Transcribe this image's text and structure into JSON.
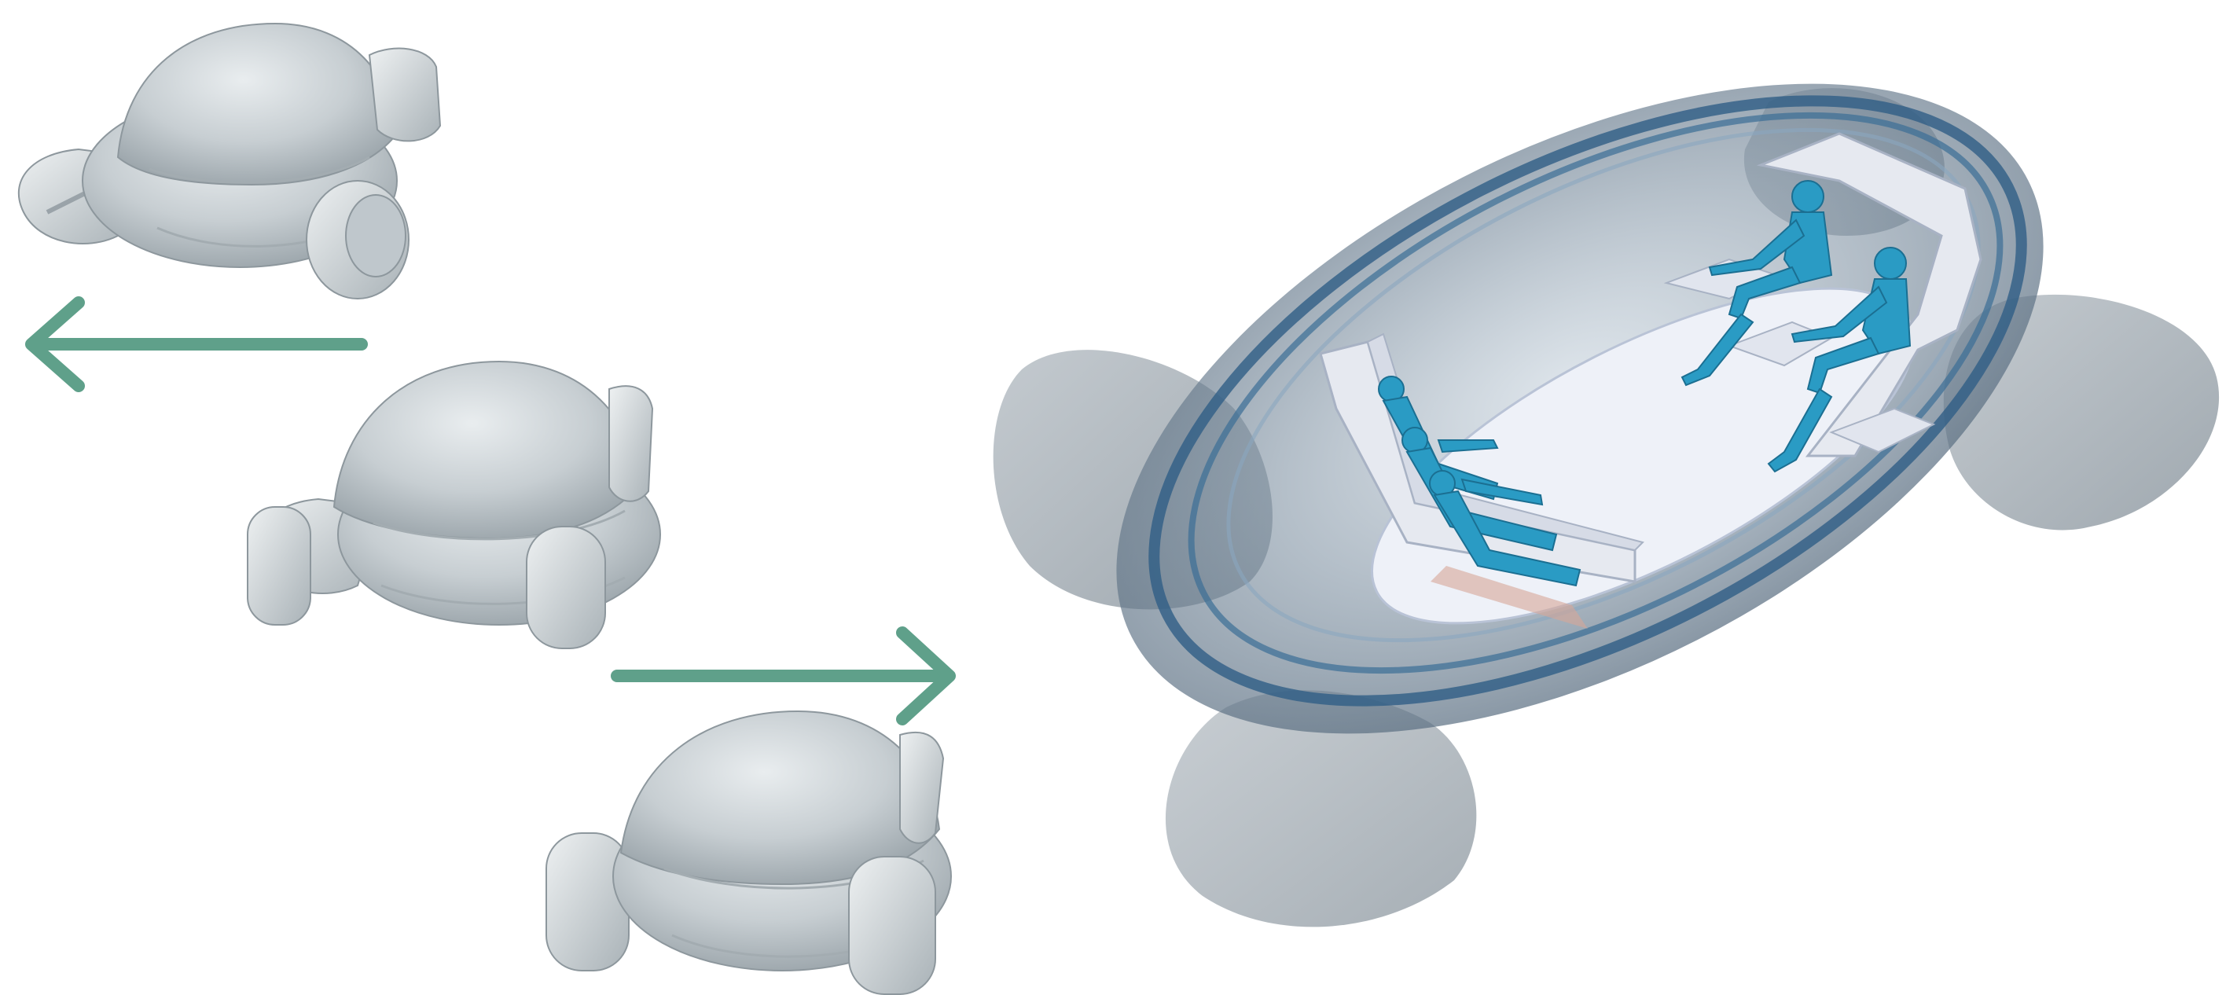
{
  "figure": {
    "background": "#ffffff",
    "arrow_color": "#5fa08a",
    "pod_shell_color": "#c9cfd3",
    "pod_shadow_color": "#9aa3a9",
    "cutaway_glass_color": "#6f8597",
    "cutaway_ring_color": "#2f5e86",
    "passenger_color": "#2a9bc4",
    "seat_color": "#e6e9f0",
    "floor_color": "#eef1f8"
  },
  "elements": {
    "pod_left_top": "vehicle-pod",
    "pod_middle": "vehicle-pod",
    "pod_bottom": "vehicle-pod",
    "arrow_left": "arrow-left-icon",
    "arrow_right": "arrow-right-icon",
    "cutaway": "vehicle-cutaway-interior"
  }
}
